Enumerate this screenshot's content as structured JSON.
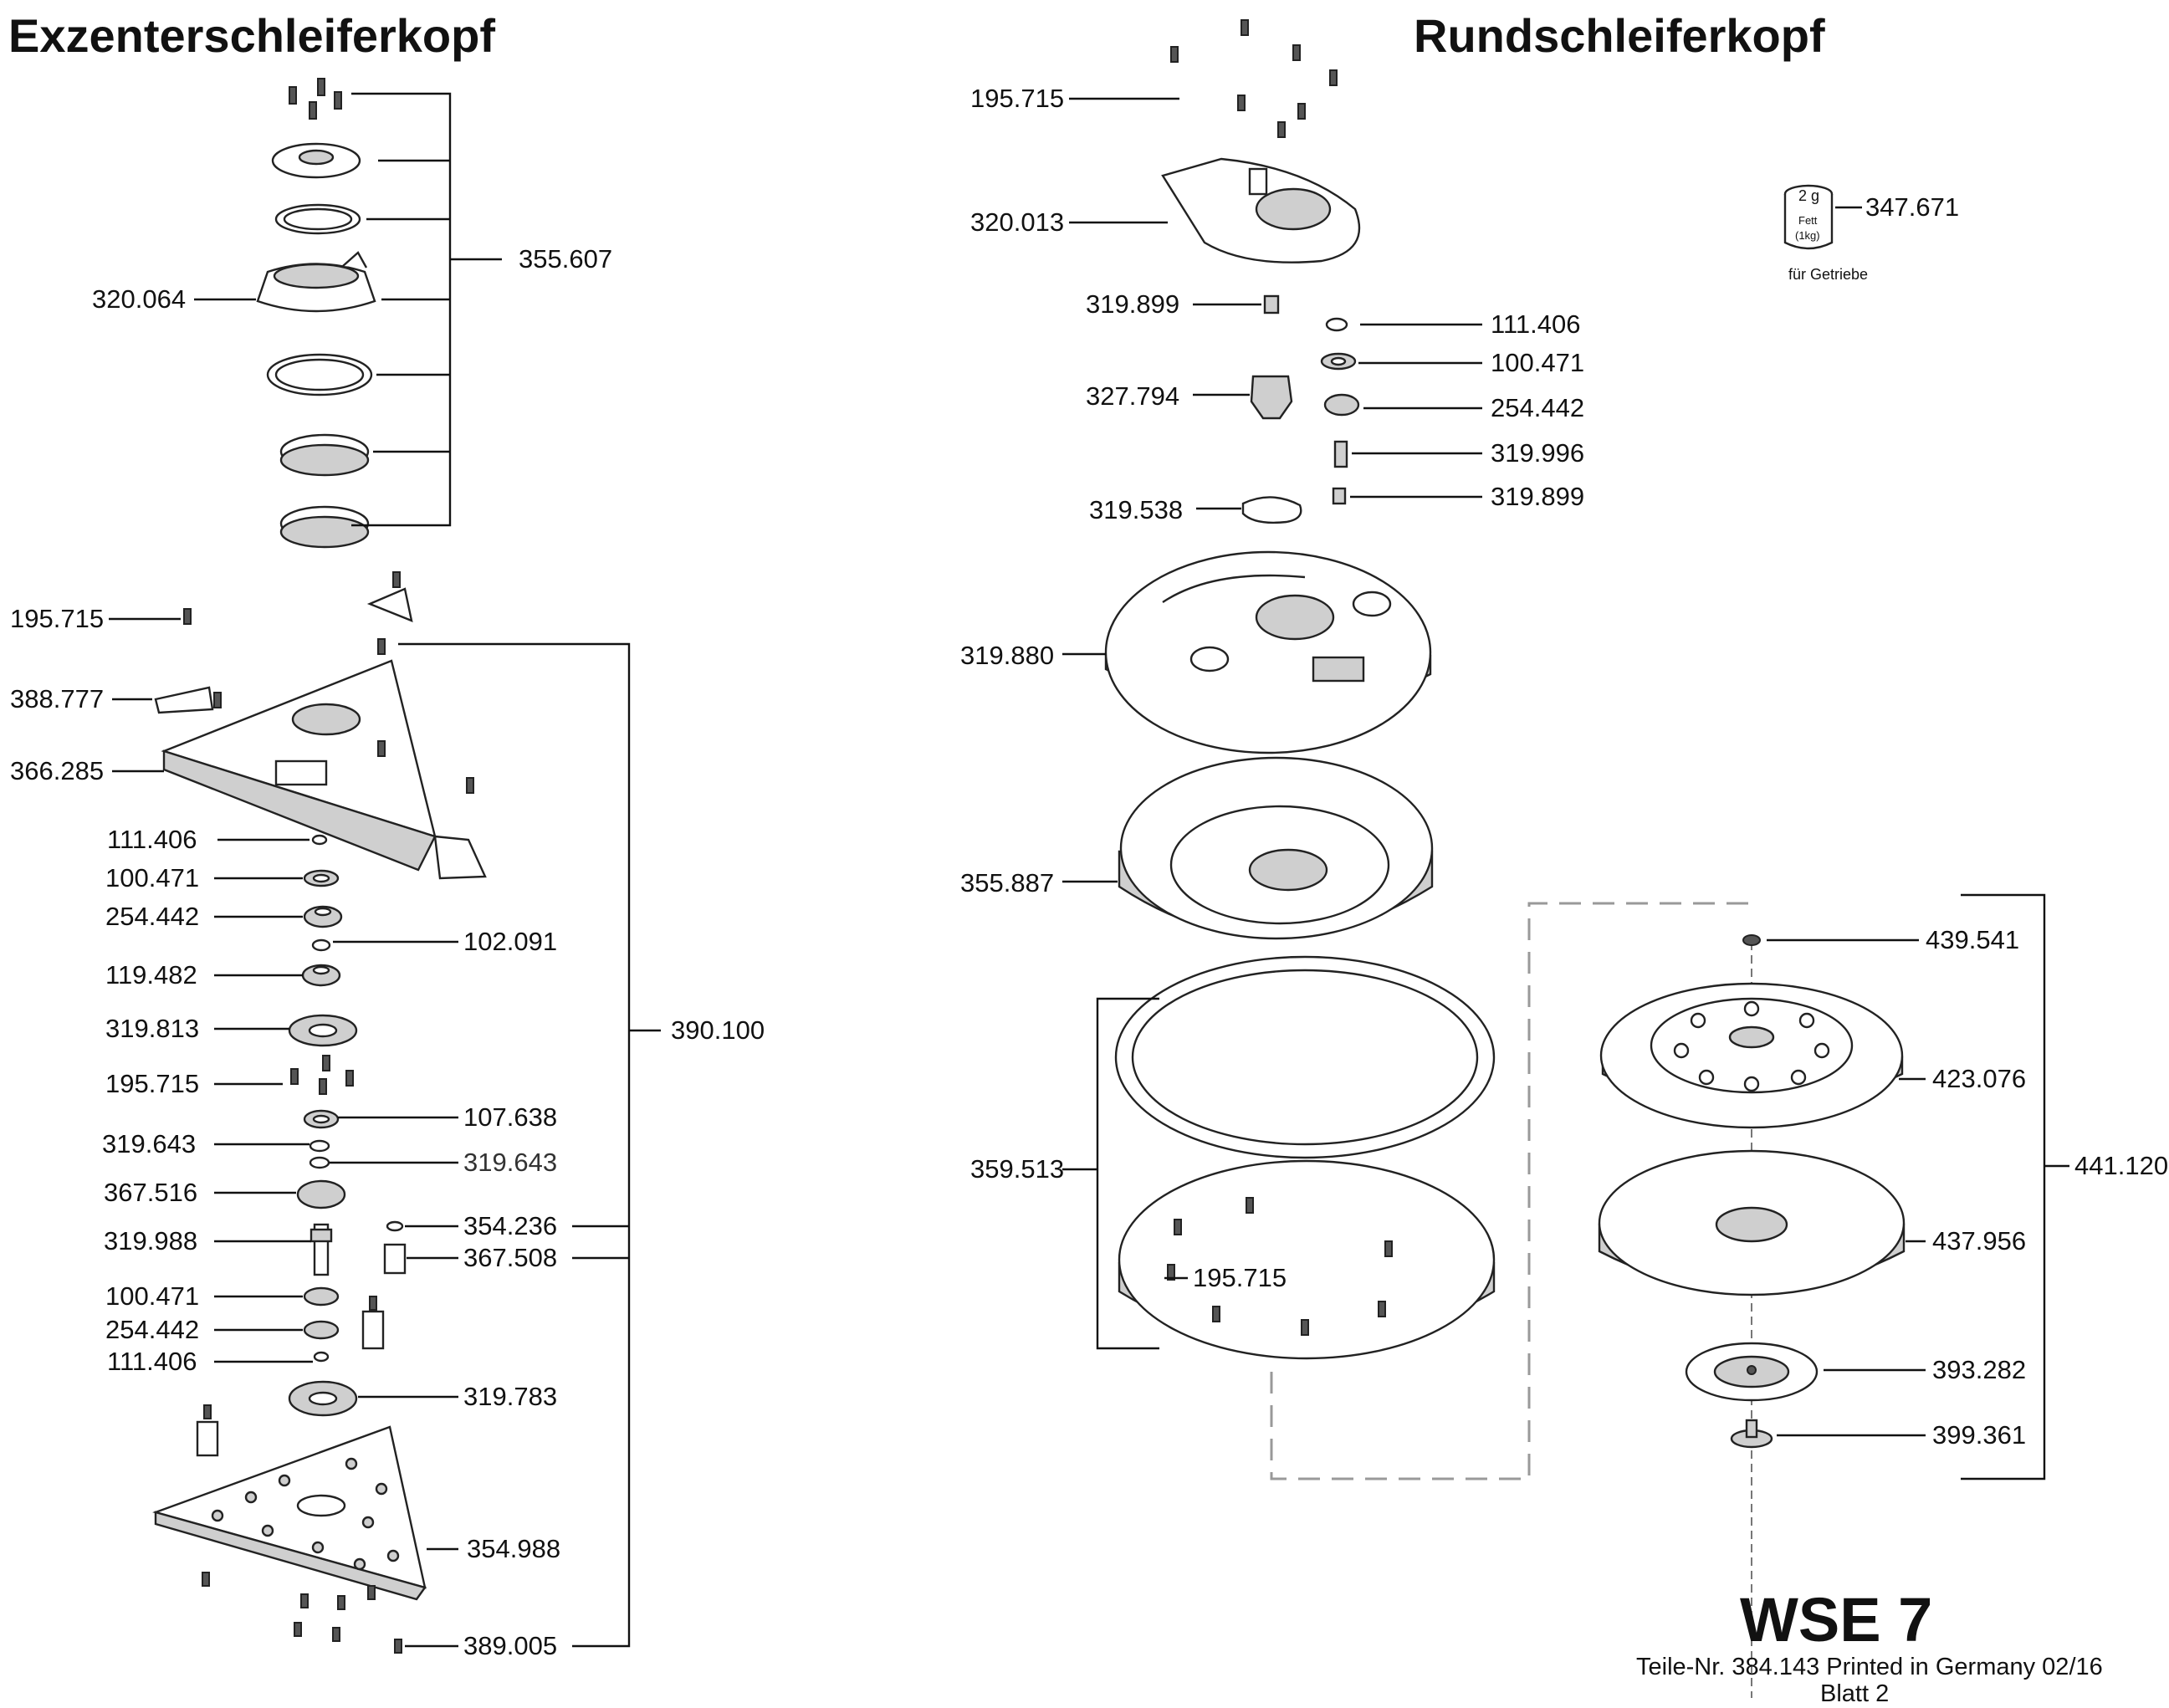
{
  "titles": {
    "left": "Exzenterschleiferkopf",
    "right": "Rundschleiferkopf"
  },
  "labels": {
    "l_355_607": "355.607",
    "l_320_064": "320.064",
    "l_195_715_a": "195.715",
    "l_388_777": "388.777",
    "l_366_285": "366.285",
    "l_111_406_a": "111.406",
    "l_100_471_a": "100.471",
    "l_254_442_a": "254.442",
    "l_102_091": "102.091",
    "l_119_482": "119.482",
    "l_319_813": "319.813",
    "l_390_100": "390.100",
    "l_195_715_b": "195.715",
    "l_107_638": "107.638",
    "l_319_643_a": "319.643",
    "l_319_643_b": "319.643",
    "l_367_516": "367.516",
    "l_354_236": "354.236",
    "l_319_988": "319.988",
    "l_367_508": "367.508",
    "l_100_471_b": "100.471",
    "l_254_442_b": "254.442",
    "l_111_406_b": "111.406",
    "l_319_783": "319.783",
    "l_354_988": "354.988",
    "l_389_005": "389.005",
    "r_195_715_a": "195.715",
    "r_320_013": "320.013",
    "r_319_899_a": "319.899",
    "r_111_406": "111.406",
    "r_100_471": "100.471",
    "r_327_794": "327.794",
    "r_254_442": "254.442",
    "r_319_996": "319.996",
    "r_319_538": "319.538",
    "r_319_899_b": "319.899",
    "r_319_880": "319.880",
    "r_355_887": "355.887",
    "r_439_541": "439.541",
    "r_423_076": "423.076",
    "r_359_513": "359.513",
    "r_441_120": "441.120",
    "r_195_715_b": "195.715",
    "r_437_956": "437.956",
    "r_393_282": "393.282",
    "r_399_361": "399.361",
    "r_347_671": "347.671"
  },
  "grease": {
    "amount": "2 g",
    "name": "Fett",
    "size": "(1kg)",
    "note": "für Getriebe"
  },
  "footer": {
    "model": "WSE 7",
    "part_line": "Teile-Nr. 384.143  Printed in Germany 02/16",
    "sheet": "Blatt 2"
  }
}
